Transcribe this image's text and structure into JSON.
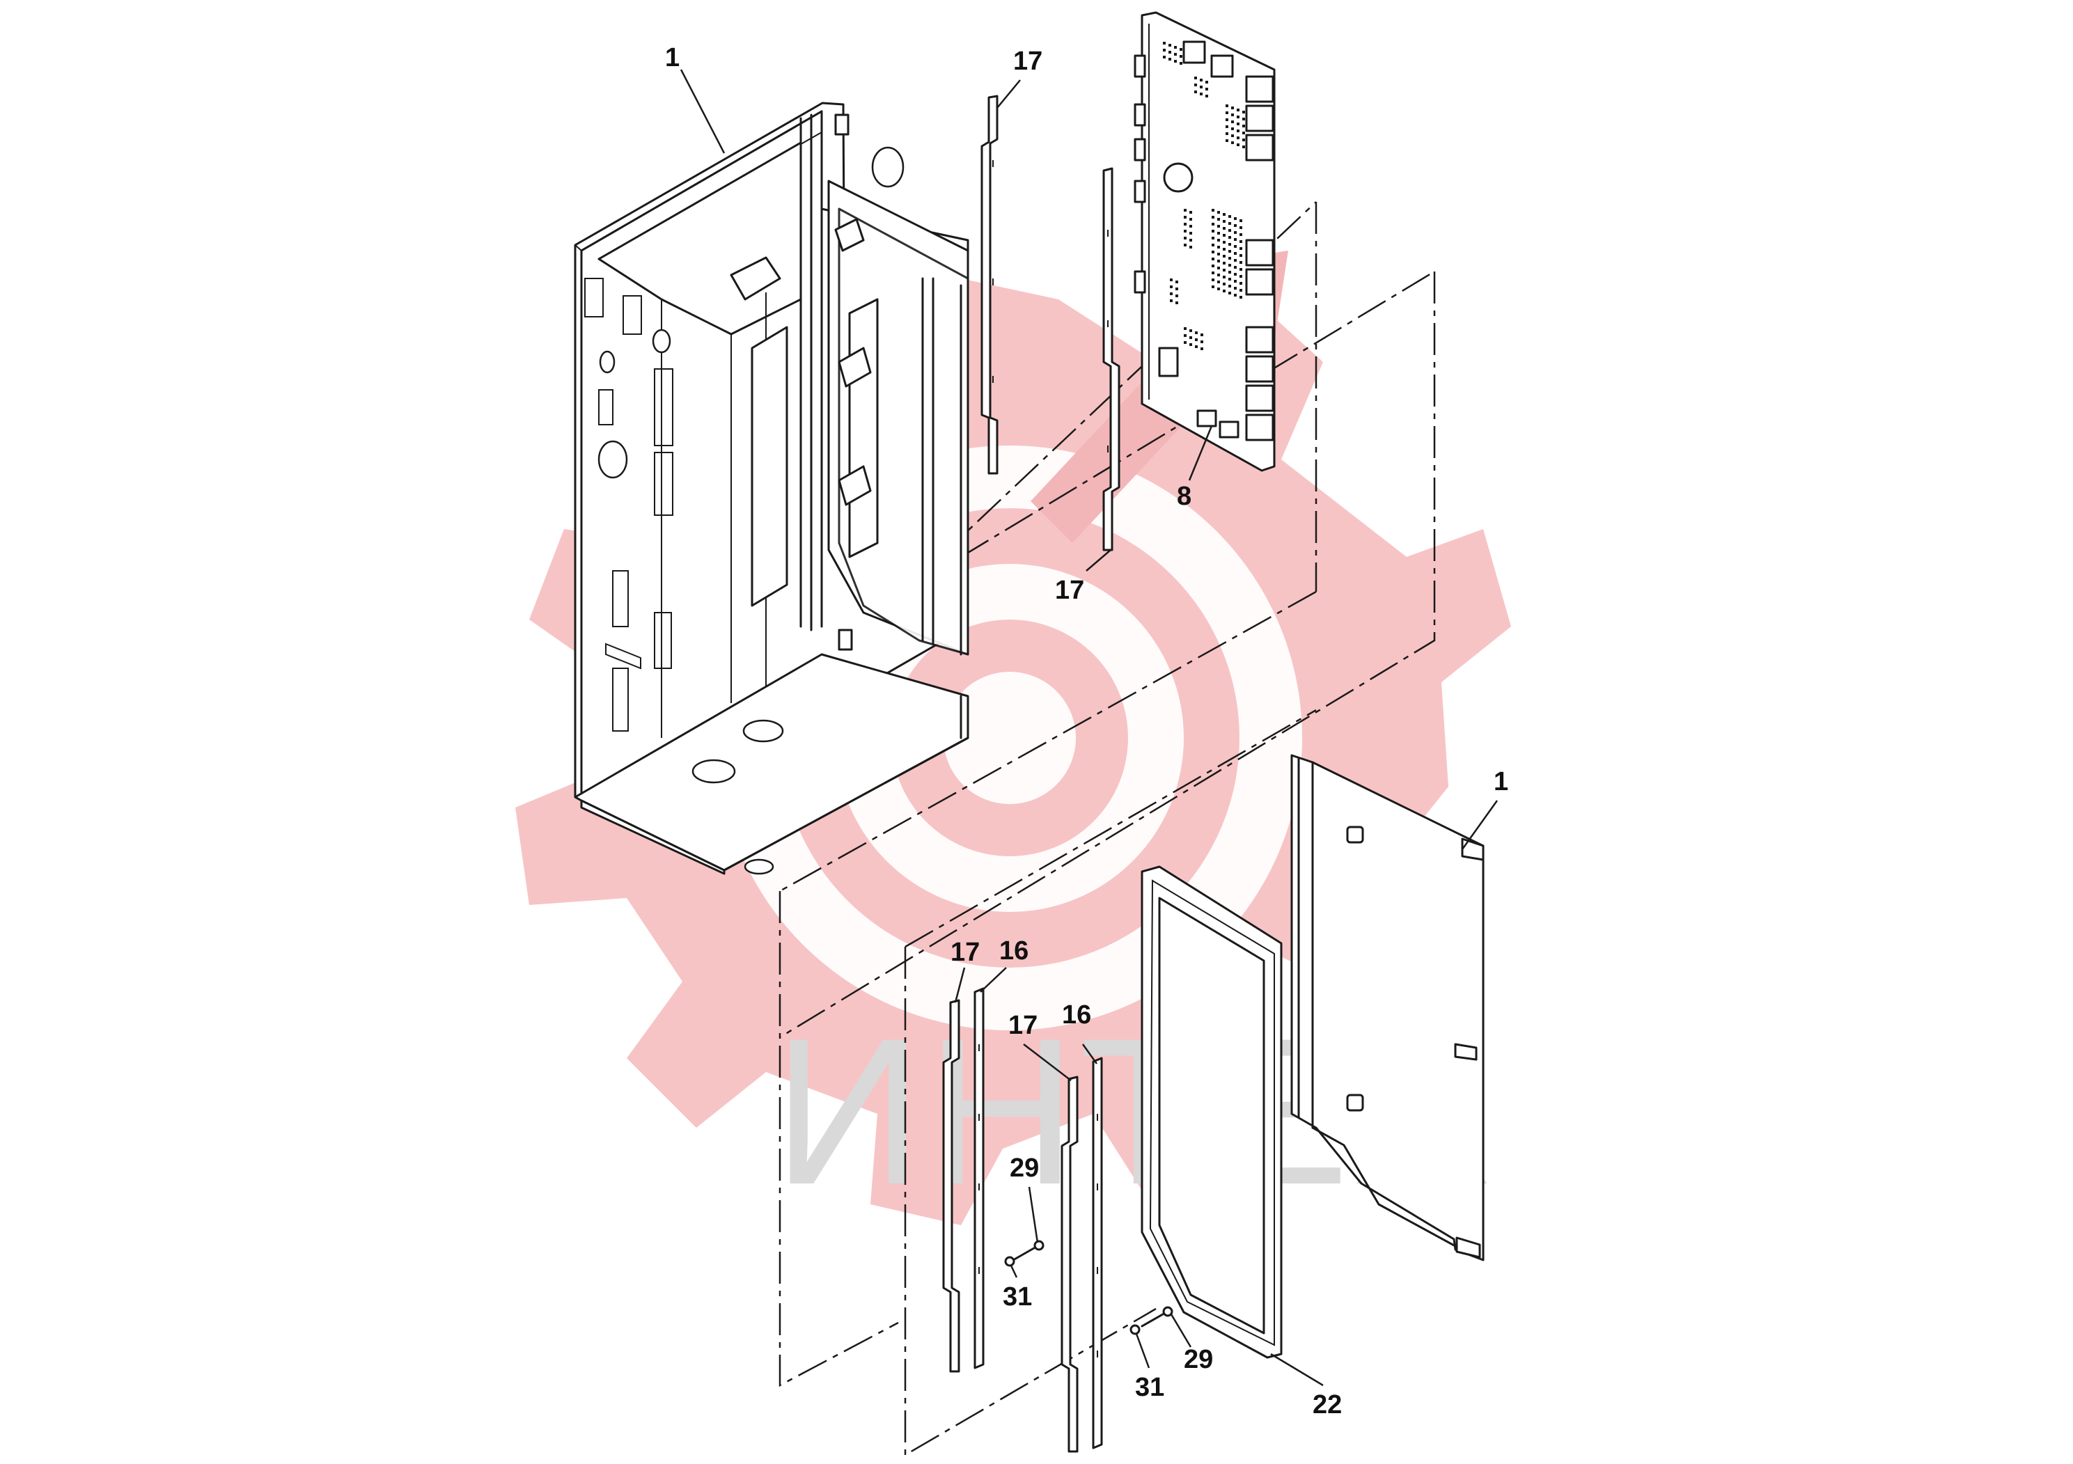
{
  "watermark": {
    "text": "ИНТЕХ",
    "logo_icon": "gear-target-logo",
    "logo_color": "#f3b6b8",
    "text_color": "#d9d9d9"
  },
  "callouts": [
    {
      "id": "c-1-top",
      "label": "1",
      "part": "enclosure-box"
    },
    {
      "id": "c-17-top",
      "label": "17",
      "part": "gasket-strip-upper"
    },
    {
      "id": "c-17-mid",
      "label": "17",
      "part": "gasket-strip-center"
    },
    {
      "id": "c-8",
      "label": "8",
      "part": "circuit-board"
    },
    {
      "id": "c-1-right",
      "label": "1",
      "part": "side-cover-panel"
    },
    {
      "id": "c-17-lower-a",
      "label": "17",
      "part": "gasket-strip-lower-left"
    },
    {
      "id": "c-16-lower-a",
      "label": "16",
      "part": "retainer-strip-lower-left"
    },
    {
      "id": "c-17-lower-b",
      "label": "17",
      "part": "gasket-strip-lower-right"
    },
    {
      "id": "c-16-lower-b",
      "label": "16",
      "part": "retainer-strip-lower-right"
    },
    {
      "id": "c-29-a",
      "label": "29",
      "part": "screw-left"
    },
    {
      "id": "c-31-a",
      "label": "31",
      "part": "washer-left"
    },
    {
      "id": "c-29-b",
      "label": "29",
      "part": "screw-right"
    },
    {
      "id": "c-31-b",
      "label": "31",
      "part": "washer-right"
    },
    {
      "id": "c-22",
      "label": "22",
      "part": "door-gasket-frame"
    }
  ]
}
